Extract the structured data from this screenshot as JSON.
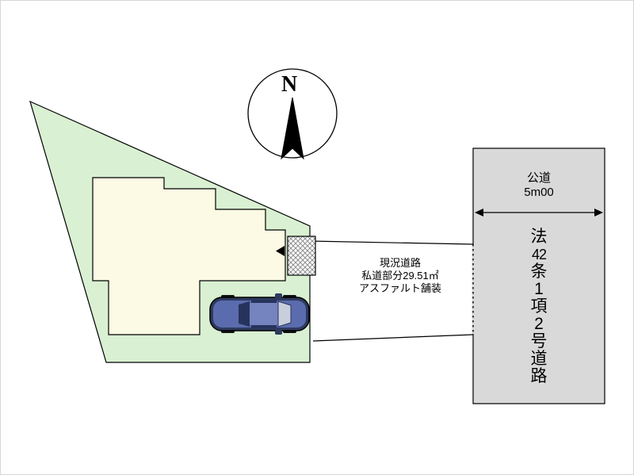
{
  "compass": {
    "north_label": "N"
  },
  "private_road": {
    "line1": "現況道路",
    "line2": "私道部分29.51㎡",
    "line3": "アスファルト舗装"
  },
  "public_road": {
    "label": "公道",
    "width_label": "5m00",
    "name_chars": [
      "法",
      "42",
      "条",
      "1",
      "項",
      "2",
      "号",
      "道",
      "路"
    ]
  },
  "colors": {
    "parcel_green": "#d9f0d2",
    "building_cream": "#fcf9e4",
    "public_road_gray": "#d9d9d9",
    "car_body_navy": "#5b6cae",
    "car_outline": "#2e3a5e",
    "window_dark": "#26335c",
    "windshield_light": "#c9cedd"
  }
}
